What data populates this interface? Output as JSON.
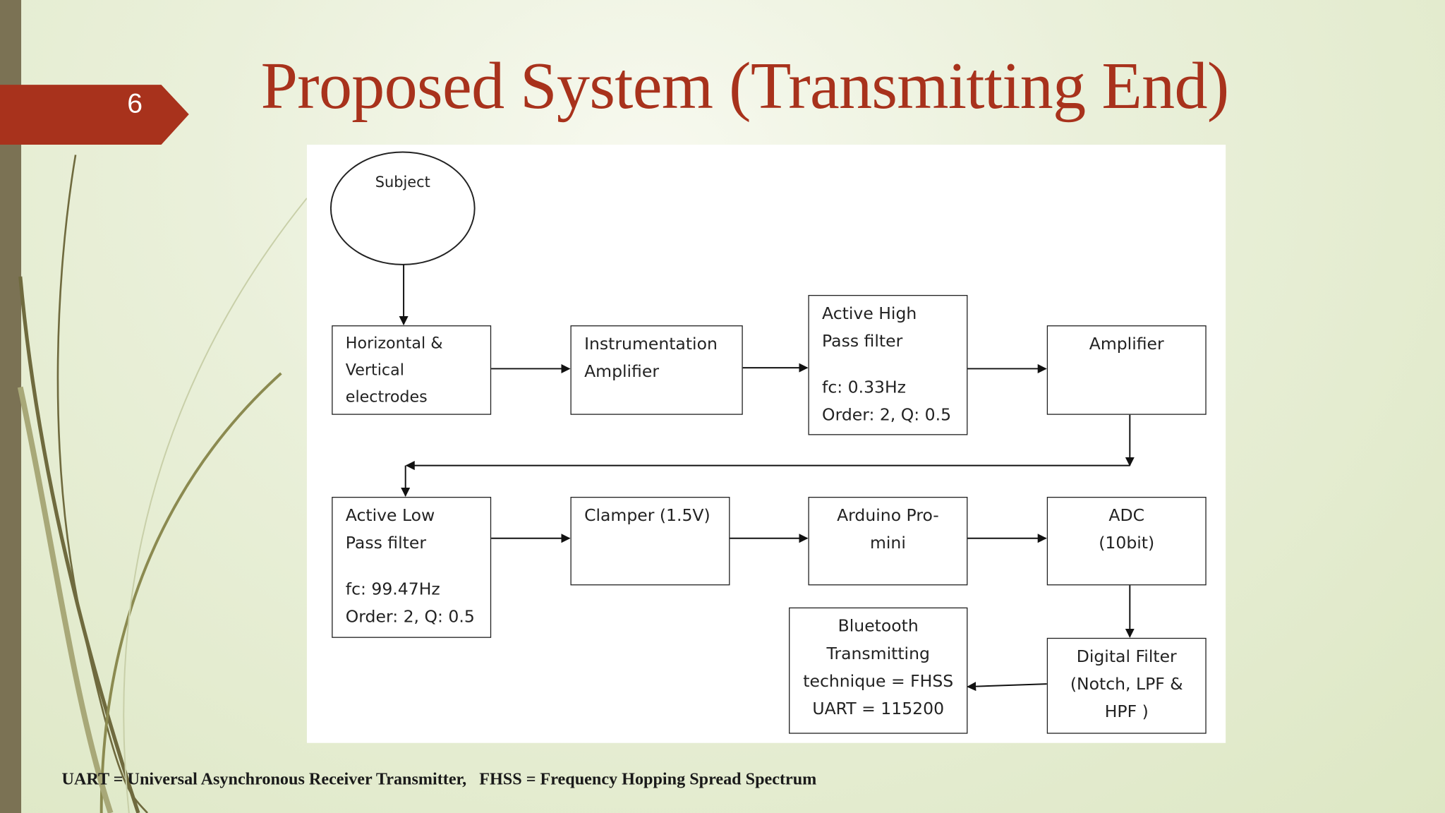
{
  "slide": {
    "number": "6",
    "title": "Proposed System (Transmitting End)",
    "footer": "UART = Universal Asynchronous Receiver Transmitter,   FHSS = Frequency Hopping Spread Spectrum",
    "accent_color": "#a8321c"
  },
  "diagram": {
    "subject": "Subject",
    "electrodes": [
      "Horizontal &",
      "Vertical",
      "electrodes"
    ],
    "inst_amp": [
      "Instrumentation",
      "Amplifier"
    ],
    "hpf": [
      "Active High",
      "Pass filter",
      "",
      "fc: 0.33Hz",
      "Order: 2, Q: 0.5"
    ],
    "amplifier": [
      "Amplifier"
    ],
    "lpf": [
      "Active Low",
      "Pass filter",
      "",
      "fc: 99.47Hz",
      "Order: 2, Q: 0.5"
    ],
    "clamper": [
      "Clamper (1.5V)"
    ],
    "arduino": [
      "Arduino Pro-",
      "mini"
    ],
    "adc": [
      "ADC",
      "(10bit)"
    ],
    "digital_filter": [
      "Digital Filter",
      "(Notch, LPF &",
      "HPF )"
    ],
    "bluetooth": [
      "Bluetooth",
      "Transmitting",
      "technique = FHSS",
      "UART = 115200"
    ]
  }
}
